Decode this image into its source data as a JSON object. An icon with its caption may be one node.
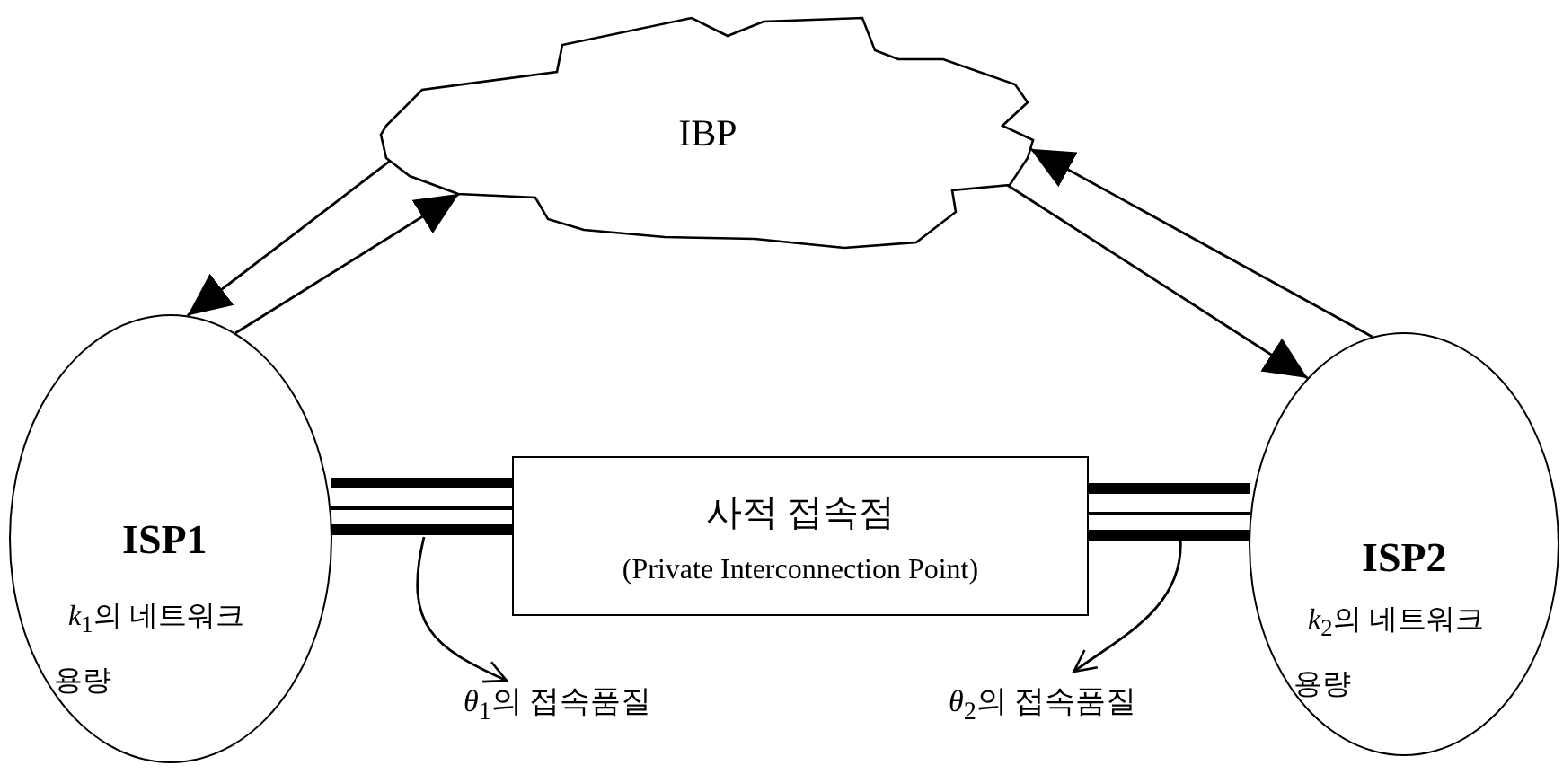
{
  "diagram": {
    "nodes": [
      {
        "text": [
          "IBP"
        ]
      },
      {
        "text": [
          "ISP1",
          "*k*$_{1}$의 네트워크 용량"
        ]
      },
      {
        "text": [
          "사적 접속점",
          "(Private Interconnection Point)"
        ]
      },
      {
        "text": [
          "ISP2",
          "*k*$_{2}$의 네트워크 용량"
        ]
      },
      {
        "text": [
          "*θ*$_{1}$의 접속품질"
        ]
      },
      {
        "text": [
          "*θ*$_{2}$의 접속품질"
        ]
      }
    ],
    "edges": [
      {
        "from": 0,
        "to": 1,
        "arrow": "to"
      },
      {
        "from": 1,
        "to": 0,
        "arrow": "to"
      },
      {
        "from": 0,
        "to": 3,
        "arrow": "to"
      },
      {
        "from": 3,
        "to": 0,
        "arrow": "to"
      },
      {
        "from": 1,
        "to": 2,
        "arrow": "none",
        "style": "thick"
      },
      {
        "from": 2,
        "to": 3,
        "arrow": "none",
        "style": "thick"
      },
      {
        "from": null,
        "to": 4,
        "arrow": "to"
      },
      {
        "from": null,
        "to": 5,
        "arrow": "to"
      }
    ]
  }
}
